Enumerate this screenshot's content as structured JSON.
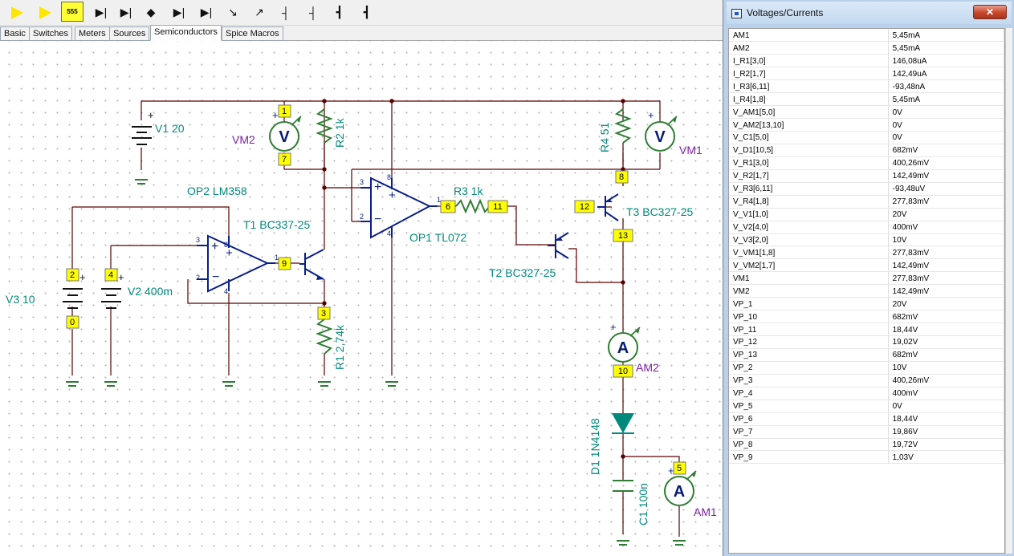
{
  "toolbar": {
    "items": [
      "opamp-tool-1",
      "opamp-tool-2",
      "555",
      "diode",
      "zener",
      "led",
      "bridge",
      "diode-alt",
      "bjt",
      "pnp",
      "fet",
      "fet-alt",
      "mosfet",
      "mosfet-alt",
      "igbt"
    ]
  },
  "tabs": [
    {
      "label": "Basic"
    },
    {
      "label": "Switches"
    },
    {
      "label": "Meters"
    },
    {
      "label": "Sources"
    },
    {
      "label": "Semiconductors",
      "active": true
    },
    {
      "label": "Spice Macros"
    }
  ],
  "schematic": {
    "labels": {
      "v1": "V1 20",
      "vm2": "VM2",
      "r2": "R2 1k",
      "r4": "R4 51",
      "vm1": "VM1",
      "op2": "OP2 LM358",
      "t1": "T1 BC337-25",
      "v3": "V3 10",
      "v2": "V2 400m",
      "op1": "OP1 TL072",
      "r3": "R3 1k",
      "t3": "T3 BC327-25",
      "t2": "T2 BC327-25",
      "r1": "R1 2,74k",
      "am2": "AM2",
      "d1": "D1 1N4148",
      "c1": "C1 100n",
      "am1": "AM1"
    },
    "nodes": {
      "n1": "1",
      "n7": "7",
      "n8": "8",
      "n2": "2",
      "n4": "4",
      "n0": "0",
      "n9": "9",
      "n3": "3",
      "n6": "6",
      "n11": "11",
      "n12": "12",
      "n13": "13",
      "n10": "10",
      "n5": "5"
    },
    "meter_symbols": {
      "voltmeter": "V",
      "ammeter": "A"
    }
  },
  "panel": {
    "title": "Voltages/Currents",
    "close_symbol": "✕",
    "rows": [
      {
        "name": "AM1",
        "value": "5,45mA"
      },
      {
        "name": "AM2",
        "value": "5,45mA"
      },
      {
        "name": "I_R1[3,0]",
        "value": "146,08uA"
      },
      {
        "name": "I_R2[1,7]",
        "value": "142,49uA"
      },
      {
        "name": "I_R3[6,11]",
        "value": "-93,48nA"
      },
      {
        "name": "I_R4[1,8]",
        "value": "5,45mA"
      },
      {
        "name": "V_AM1[5,0]",
        "value": "0V"
      },
      {
        "name": "V_AM2[13,10]",
        "value": "0V"
      },
      {
        "name": "V_C1[5,0]",
        "value": "0V"
      },
      {
        "name": "V_D1[10,5]",
        "value": "682mV"
      },
      {
        "name": "V_R1[3,0]",
        "value": "400,26mV"
      },
      {
        "name": "V_R2[1,7]",
        "value": "142,49mV"
      },
      {
        "name": "V_R3[6,11]",
        "value": "-93,48uV"
      },
      {
        "name": "V_R4[1,8]",
        "value": "277,83mV"
      },
      {
        "name": "V_V1[1,0]",
        "value": "20V"
      },
      {
        "name": "V_V2[4,0]",
        "value": "400mV"
      },
      {
        "name": "V_V3[2,0]",
        "value": "10V"
      },
      {
        "name": "V_VM1[1,8]",
        "value": "277,83mV"
      },
      {
        "name": "V_VM2[1,7]",
        "value": "142,49mV"
      },
      {
        "name": "VM1",
        "value": "277,83mV"
      },
      {
        "name": "VM2",
        "value": "142,49mV"
      },
      {
        "name": "VP_1",
        "value": "20V"
      },
      {
        "name": "VP_10",
        "value": "682mV"
      },
      {
        "name": "VP_11",
        "value": "18,44V"
      },
      {
        "name": "VP_12",
        "value": "19,02V"
      },
      {
        "name": "VP_13",
        "value": "682mV"
      },
      {
        "name": "VP_2",
        "value": "10V"
      },
      {
        "name": "VP_3",
        "value": "400,26mV"
      },
      {
        "name": "VP_4",
        "value": "400mV"
      },
      {
        "name": "VP_5",
        "value": "0V"
      },
      {
        "name": "VP_6",
        "value": "18,44V"
      },
      {
        "name": "VP_7",
        "value": "19,86V"
      },
      {
        "name": "VP_8",
        "value": "19,72V"
      },
      {
        "name": "VP_9",
        "value": "1,03V"
      }
    ]
  },
  "colors": {
    "component": "#2e7d32",
    "component_label": "#00897b",
    "meter_label": "#7b1fa2",
    "wire": "#5a0000",
    "node_box": "#ffff00",
    "diode_fill": "#00897b",
    "meter_text": "#061a74"
  }
}
